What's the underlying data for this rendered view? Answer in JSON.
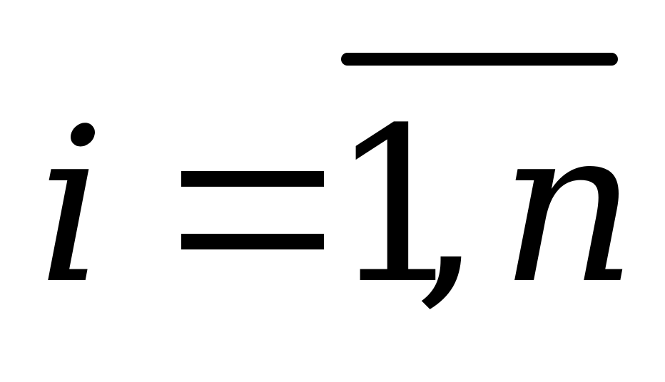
{
  "formula": {
    "index_variable": "i",
    "relation": "=",
    "range_start": "1",
    "separator": ",",
    "range_end": "n",
    "color": "#000000",
    "background": "#ffffff"
  }
}
